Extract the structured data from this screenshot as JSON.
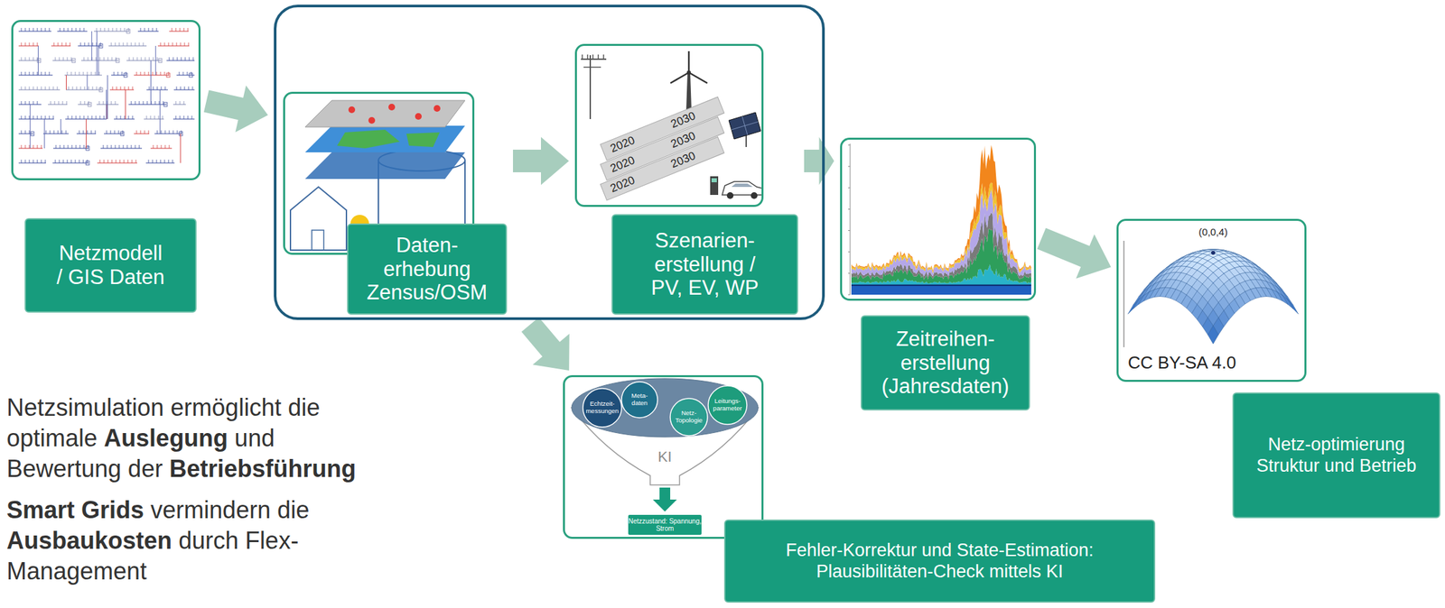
{
  "diagram": {
    "nodes": [
      {
        "text": [
          "Netzmodell / GIS Daten"
        ]
      },
      {
        "text": []
      },
      {
        "text": [
          "Daten- erhebung Zensus/OSM"
        ],
        "in": 1
      },
      {
        "text": [
          "Szenarien- erstellung / PV, EV, WP",
          "2020",
          "2030",
          "2020",
          "2030",
          "2020",
          "2030"
        ],
        "in": 1
      },
      {
        "text": [
          "Zeitreihen- erstellung (Jahresdaten)"
        ]
      },
      {
        "text": [
          "Netz-optimierung Struktur und Betrieb",
          "(0,0,4)",
          "CC BY-SA 4.0"
        ]
      },
      {
        "text": [
          "Fehler-Korrektur und State-Estimation: Plausibilitäten-Check mittels KI",
          "Echtzeit- messungen",
          "Meta- daten",
          "Netz- Topologie",
          "Leitungs- parameter",
          "KI",
          "Netzzustand: Spannung, Strom"
        ]
      }
    ],
    "edges": [
      {
        "from": 0,
        "to": 1,
        "arrow": "to"
      },
      {
        "from": 2,
        "to": 3,
        "arrow": "to"
      },
      {
        "from": 3,
        "to": 4,
        "arrow": "to"
      },
      {
        "from": 4,
        "to": 5,
        "arrow": "to"
      },
      {
        "from": 1,
        "to": 6,
        "arrow": "to"
      }
    ],
    "labels": [
      "Netzsimulation ermöglicht die optimale",
      "Auslegung",
      "und Bewertung der",
      "Betriebsführung",
      "Smart Grids",
      "vermindern die",
      "Ausbaukosten",
      "durch Flex-Management"
    ]
  }
}
